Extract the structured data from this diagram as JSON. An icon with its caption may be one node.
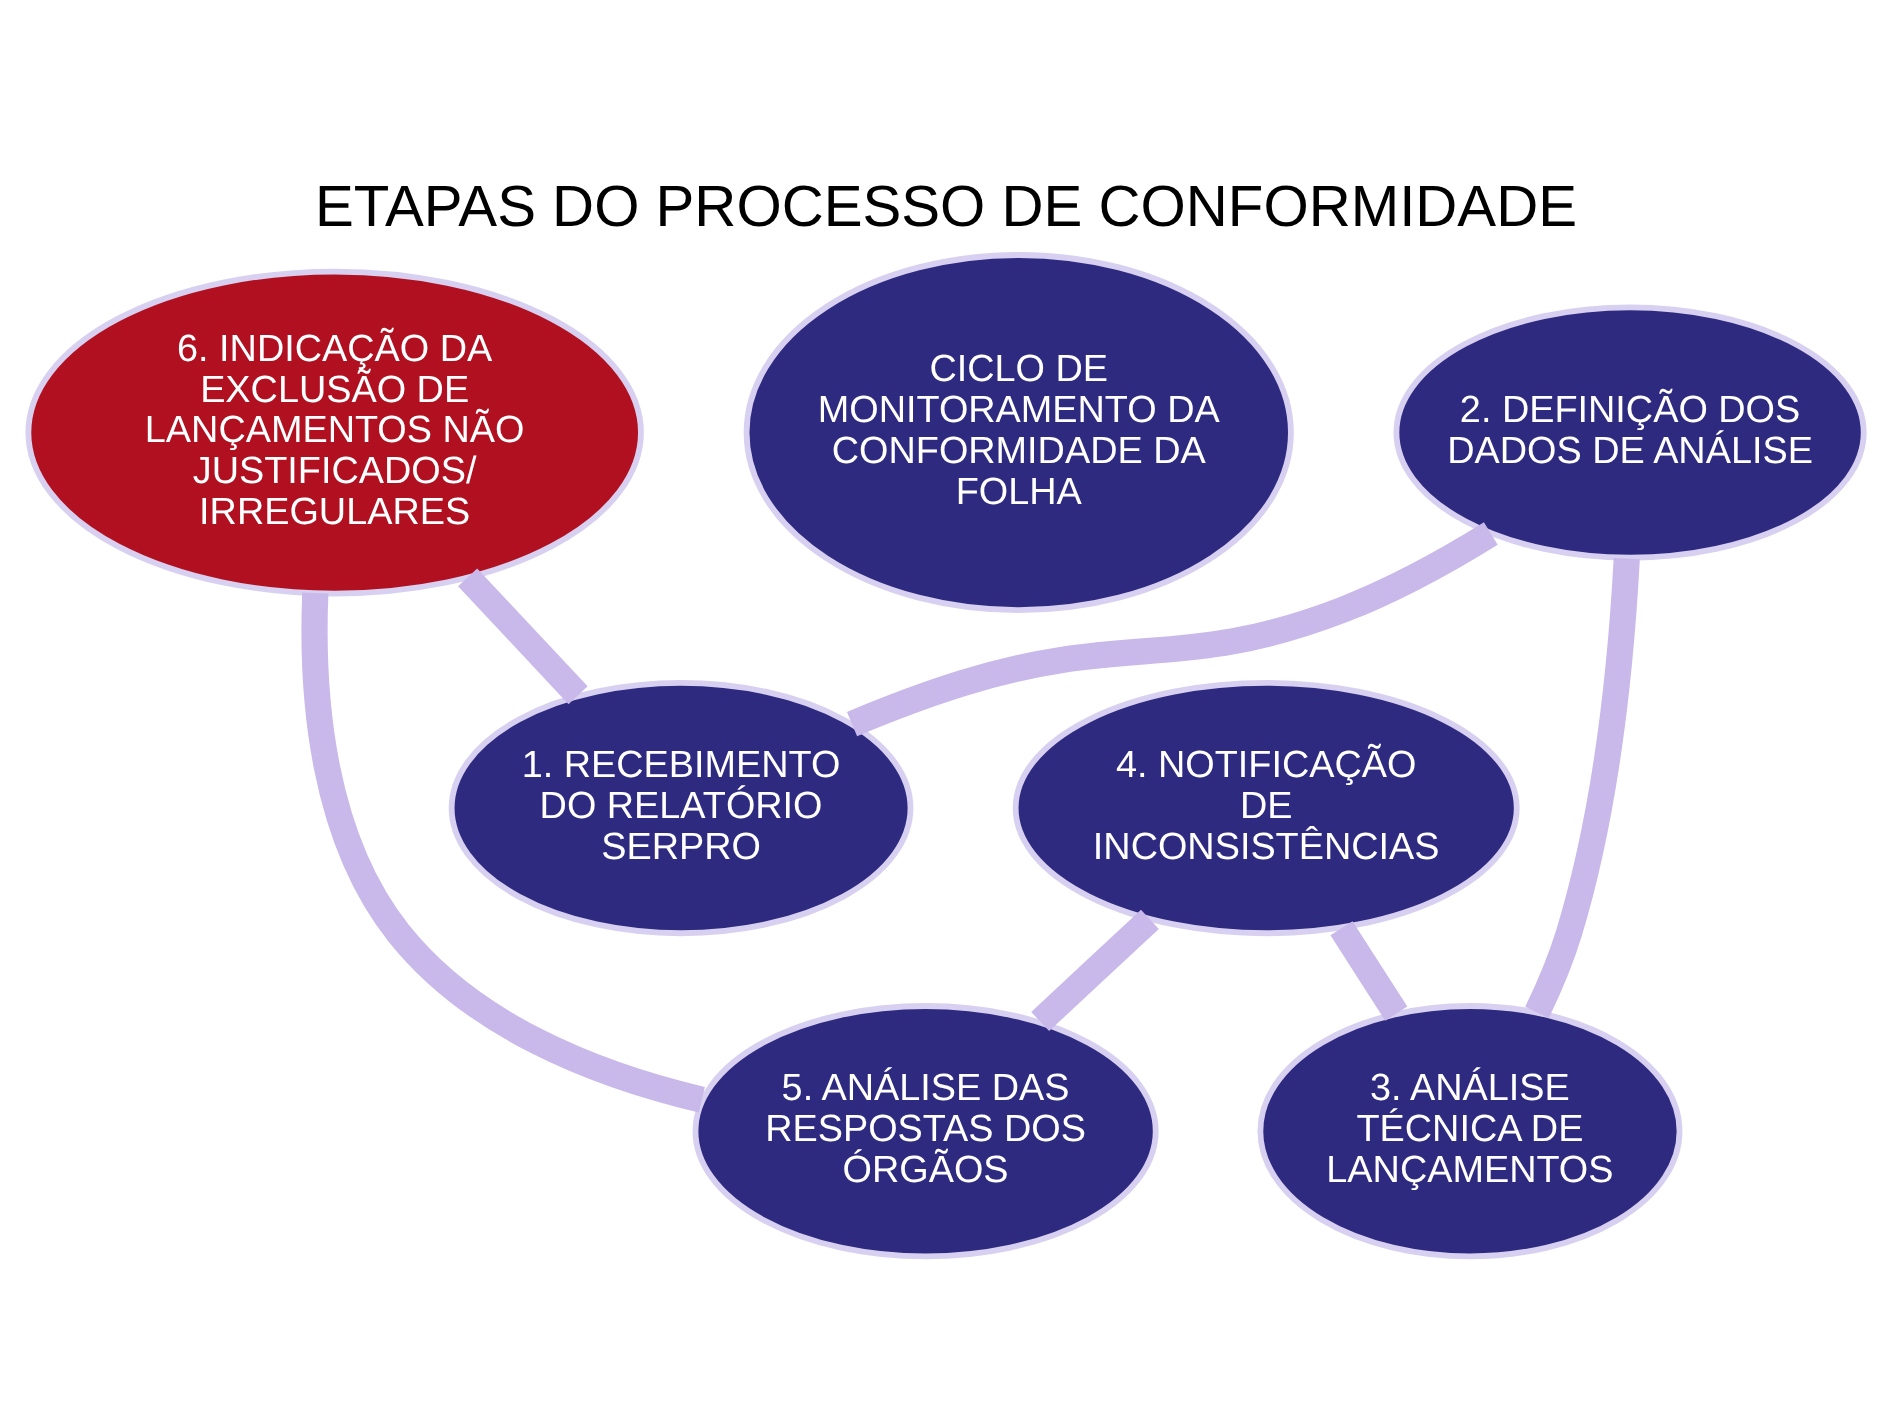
{
  "diagram": {
    "title": "ETAPAS DO PROCESSO DE CONFORMIDADE",
    "nodes": [
      {
        "text": [
          "CICLO DE MONITORAMENTO DA CONFORMIDADE DA FOLHA"
        ]
      },
      {
        "text": [
          "1. RECEBIMENTO DO RELATÓRIO SERPRO"
        ]
      },
      {
        "text": [
          "2. DEFINIÇÃO DOS DADOS DE ANÁLISE"
        ]
      },
      {
        "text": [
          "3. ANÁLISE TÉCNICA DE LANÇAMENTOS"
        ]
      },
      {
        "text": [
          "4. NOTIFICAÇÃO DE INCONSISTÊNCIAS"
        ]
      },
      {
        "text": [
          "5. ANÁLISE DAS RESPOSTAS DOS ÓRGÃOS"
        ]
      },
      {
        "text": [
          "6. INDICAÇÃO DA EXCLUSÃO DE LANÇAMENTOS NÃO JUSTIFICADOS/ IRREGULARES"
        ]
      }
    ],
    "edges": [
      {
        "from": 1,
        "to": 2,
        "arrow": "none"
      },
      {
        "from": 2,
        "to": 3,
        "arrow": "none"
      },
      {
        "from": 3,
        "to": 4,
        "arrow": "none"
      },
      {
        "from": 4,
        "to": 5,
        "arrow": "none"
      },
      {
        "from": 5,
        "to": 6,
        "arrow": "none"
      },
      {
        "from": 6,
        "to": 1,
        "arrow": "none"
      }
    ]
  }
}
